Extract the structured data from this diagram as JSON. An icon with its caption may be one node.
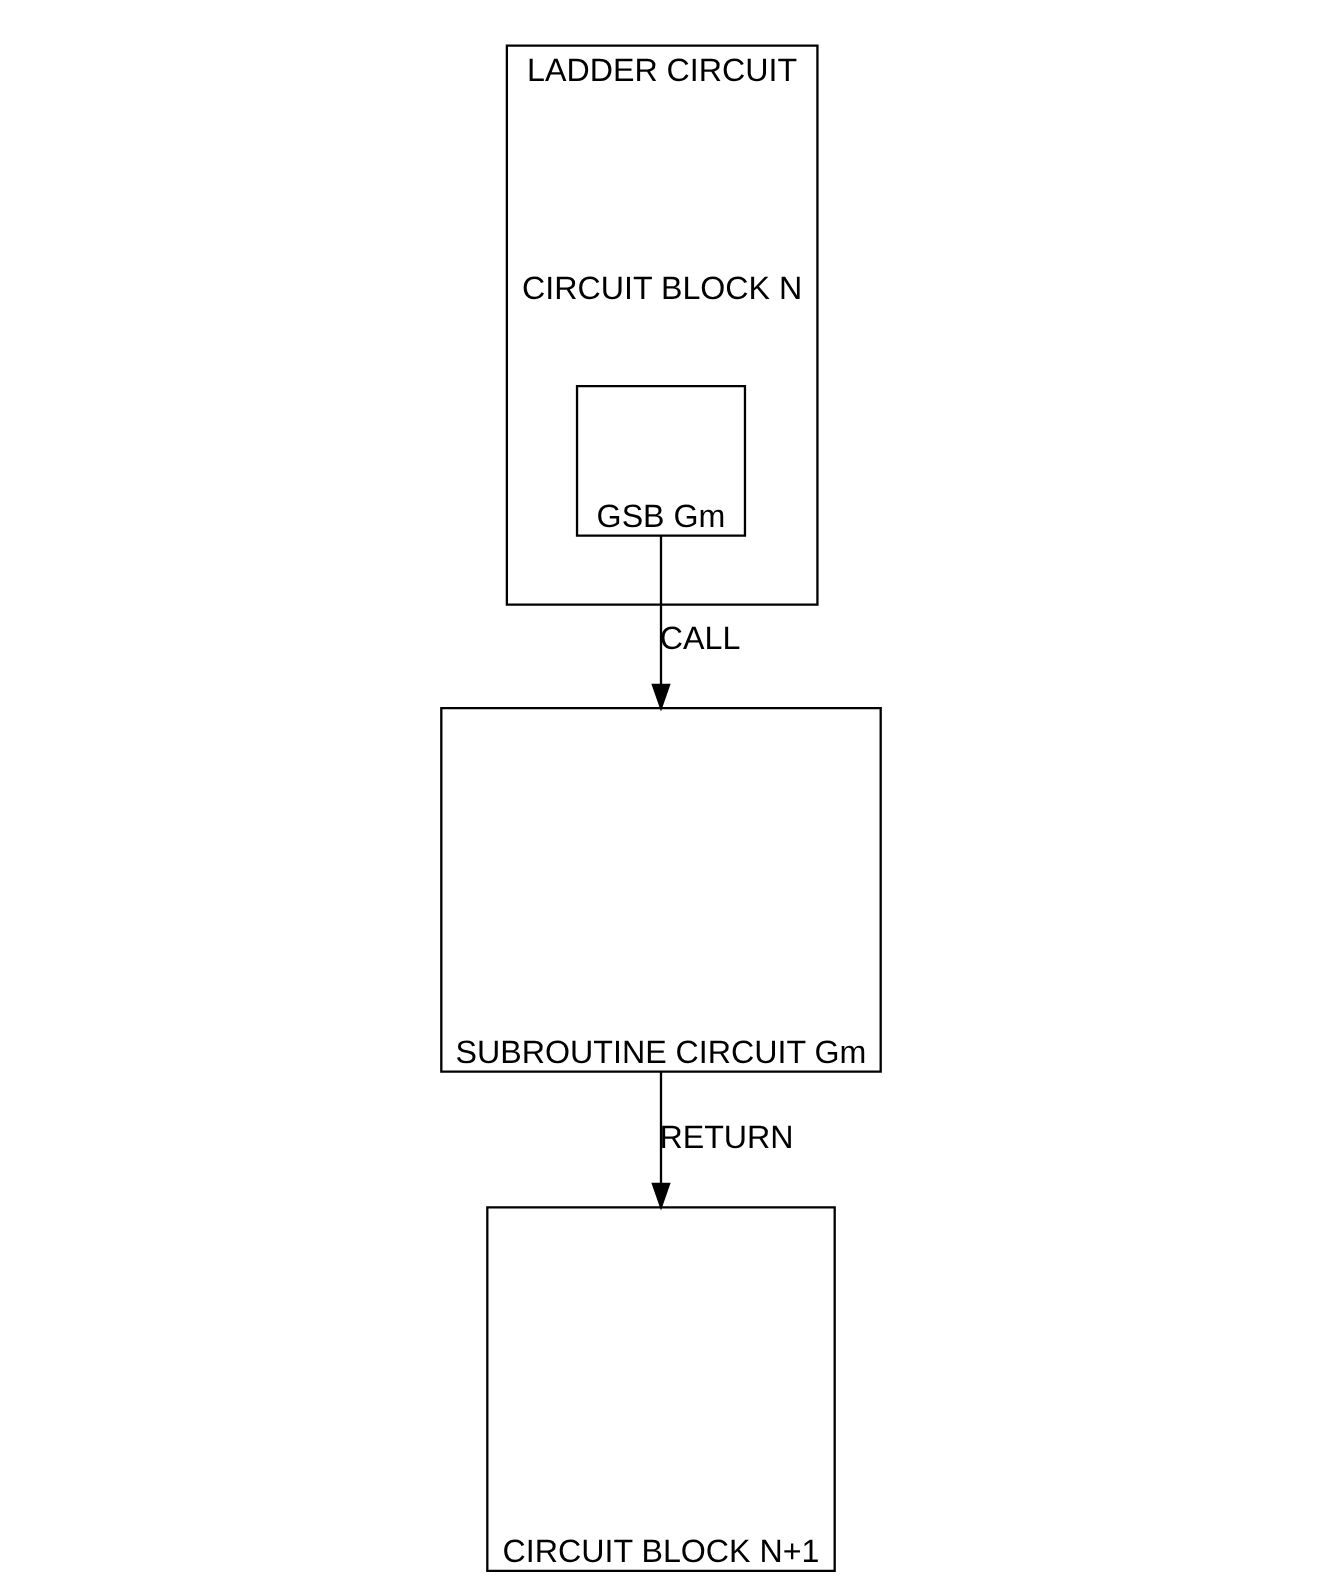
{
  "diagram": {
    "nodes": [
      {
        "text": [
          "LADDER CIRCUIT",
          "CIRCUIT BLOCK N"
        ]
      },
      {
        "text": [
          "GSB Gm"
        ],
        "in": 0
      },
      {
        "text": [
          "SUBROUTINE CIRCUIT Gm"
        ]
      },
      {
        "text": [
          "CIRCUIT BLOCK N+1"
        ]
      }
    ],
    "edges": [
      {
        "from": 1,
        "to": 2,
        "arrow": "to",
        "label": "CALL"
      },
      {
        "from": 2,
        "to": 3,
        "arrow": "to",
        "label": "RETURN"
      }
    ]
  }
}
